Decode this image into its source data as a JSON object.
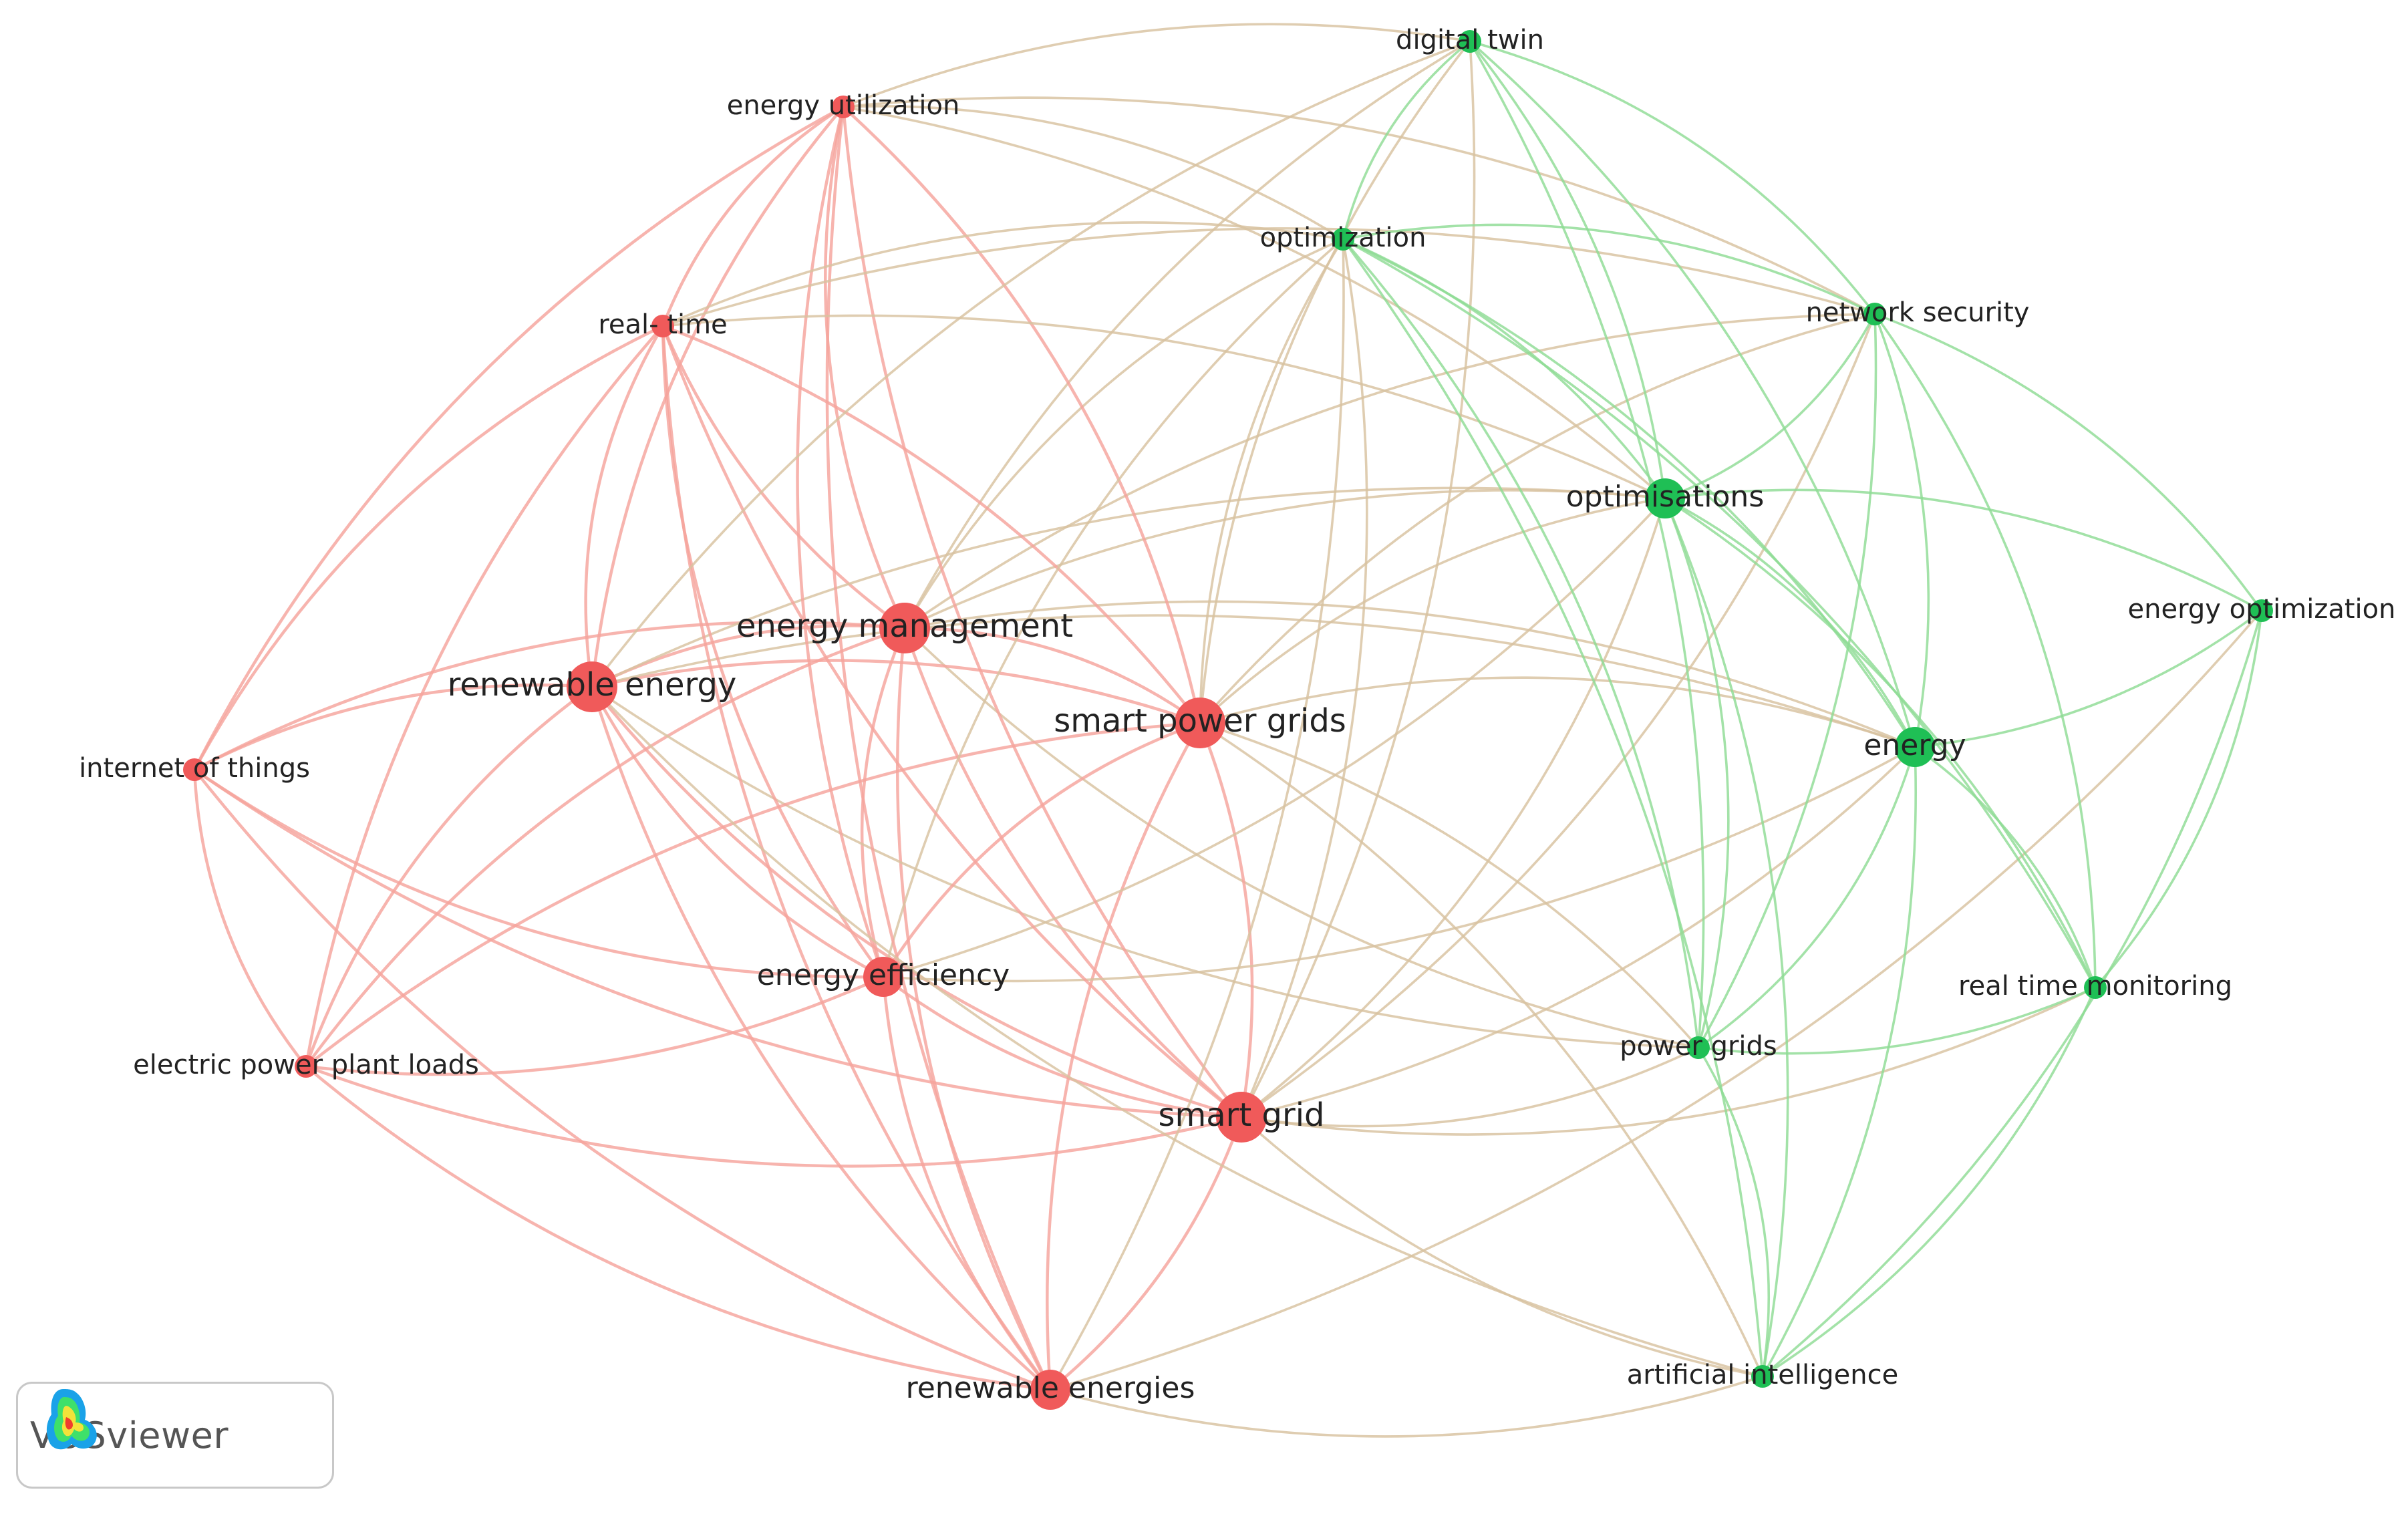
{
  "app": {
    "brand": "VOSviewer"
  },
  "colors": {
    "cluster_red": "#f05a5a",
    "cluster_green": "#1fbf55",
    "edge_red": "#f5a39c",
    "edge_green": "#8fdc95",
    "edge_mixed": "#d8c2a0"
  },
  "nodes": [
    {
      "id": "digital-twin",
      "label": "digital twin",
      "cluster": "green",
      "size": 1
    },
    {
      "id": "energy-utilization",
      "label": "energy utilization",
      "cluster": "red",
      "size": 1
    },
    {
      "id": "optimization",
      "label": "optimization",
      "cluster": "green",
      "size": 1
    },
    {
      "id": "network-security",
      "label": "network security",
      "cluster": "green",
      "size": 1
    },
    {
      "id": "real-time",
      "label": "real- time",
      "cluster": "red",
      "size": 1
    },
    {
      "id": "optimisations",
      "label": "optimisations",
      "cluster": "green",
      "size": 2
    },
    {
      "id": "energy-optimization",
      "label": "energy optimization",
      "cluster": "green",
      "size": 1
    },
    {
      "id": "energy-management",
      "label": "energy management",
      "cluster": "red",
      "size": 3
    },
    {
      "id": "renewable-energy",
      "label": "renewable energy",
      "cluster": "red",
      "size": 3
    },
    {
      "id": "smart-power-grids",
      "label": "smart power grids",
      "cluster": "red",
      "size": 3
    },
    {
      "id": "energy",
      "label": "energy",
      "cluster": "green",
      "size": 2
    },
    {
      "id": "internet-of-things",
      "label": "internet of things",
      "cluster": "red",
      "size": 1
    },
    {
      "id": "energy-efficiency",
      "label": "energy efficiency",
      "cluster": "red",
      "size": 2
    },
    {
      "id": "real-time-monitoring",
      "label": "real time monitoring",
      "cluster": "green",
      "size": 1
    },
    {
      "id": "power-grids",
      "label": "power grids",
      "cluster": "green",
      "size": 1
    },
    {
      "id": "electric-power-plant-loads",
      "label": "electric power plant loads",
      "cluster": "red",
      "size": 1
    },
    {
      "id": "smart-grid",
      "label": "smart grid",
      "cluster": "red",
      "size": 3
    },
    {
      "id": "renewable-energies",
      "label": "renewable energies",
      "cluster": "red",
      "size": 2
    },
    {
      "id": "artificial-intelligence",
      "label": "artificial intelligence",
      "cluster": "green",
      "size": 1
    }
  ],
  "links": [
    [
      "energy-management",
      "renewable-energy"
    ],
    [
      "energy-management",
      "smart-power-grids"
    ],
    [
      "energy-management",
      "energy-efficiency"
    ],
    [
      "energy-management",
      "smart-grid"
    ],
    [
      "energy-management",
      "renewable-energies"
    ],
    [
      "energy-management",
      "energy-utilization"
    ],
    [
      "energy-management",
      "real-time"
    ],
    [
      "energy-management",
      "internet-of-things"
    ],
    [
      "energy-management",
      "electric-power-plant-loads"
    ],
    [
      "energy-management",
      "optimisations"
    ],
    [
      "energy-management",
      "energy"
    ],
    [
      "energy-management",
      "optimization"
    ],
    [
      "energy-management",
      "digital-twin"
    ],
    [
      "energy-management",
      "power-grids"
    ],
    [
      "energy-management",
      "network-security"
    ],
    [
      "renewable-energy",
      "smart-power-grids"
    ],
    [
      "renewable-energy",
      "energy-efficiency"
    ],
    [
      "renewable-energy",
      "smart-grid"
    ],
    [
      "renewable-energy",
      "renewable-energies"
    ],
    [
      "renewable-energy",
      "energy-utilization"
    ],
    [
      "renewable-energy",
      "real-time"
    ],
    [
      "renewable-energy",
      "internet-of-things"
    ],
    [
      "renewable-energy",
      "electric-power-plant-loads"
    ],
    [
      "renewable-energy",
      "energy"
    ],
    [
      "renewable-energy",
      "optimisations"
    ],
    [
      "renewable-energy",
      "power-grids"
    ],
    [
      "smart-power-grids",
      "energy-efficiency"
    ],
    [
      "smart-power-grids",
      "smart-grid"
    ],
    [
      "smart-power-grids",
      "renewable-energies"
    ],
    [
      "smart-power-grids",
      "energy-utilization"
    ],
    [
      "smart-power-grids",
      "real-time"
    ],
    [
      "smart-power-grids",
      "optimisations"
    ],
    [
      "smart-power-grids",
      "energy"
    ],
    [
      "smart-power-grids",
      "optimization"
    ],
    [
      "smart-power-grids",
      "digital-twin"
    ],
    [
      "smart-power-grids",
      "network-security"
    ],
    [
      "smart-power-grids",
      "power-grids"
    ],
    [
      "smart-power-grids",
      "artificial-intelligence"
    ],
    [
      "smart-power-grids",
      "electric-power-plant-loads"
    ],
    [
      "energy-efficiency",
      "smart-grid"
    ],
    [
      "energy-efficiency",
      "renewable-energies"
    ],
    [
      "energy-efficiency",
      "internet-of-things"
    ],
    [
      "energy-efficiency",
      "electric-power-plant-loads"
    ],
    [
      "energy-efficiency",
      "energy-utilization"
    ],
    [
      "energy-efficiency",
      "real-time"
    ],
    [
      "energy-efficiency",
      "optimisations"
    ],
    [
      "energy-efficiency",
      "energy"
    ],
    [
      "energy-efficiency",
      "optimization"
    ],
    [
      "smart-grid",
      "renewable-energies"
    ],
    [
      "smart-grid",
      "internet-of-things"
    ],
    [
      "smart-grid",
      "electric-power-plant-loads"
    ],
    [
      "smart-grid",
      "real-time"
    ],
    [
      "smart-grid",
      "energy-utilization"
    ],
    [
      "smart-grid",
      "optimisations"
    ],
    [
      "smart-grid",
      "energy"
    ],
    [
      "smart-grid",
      "power-grids"
    ],
    [
      "smart-grid",
      "real-time-monitoring"
    ],
    [
      "smart-grid",
      "artificial-intelligence"
    ],
    [
      "smart-grid",
      "optimization"
    ],
    [
      "smart-grid",
      "network-security"
    ],
    [
      "renewable-energies",
      "internet-of-things"
    ],
    [
      "renewable-energies",
      "electric-power-plant-loads"
    ],
    [
      "renewable-energies",
      "real-time"
    ],
    [
      "renewable-energies",
      "energy-utilization"
    ],
    [
      "renewable-energies",
      "artificial-intelligence"
    ],
    [
      "renewable-energies",
      "energy-optimization"
    ],
    [
      "renewable-energies",
      "optimization"
    ],
    [
      "real-time",
      "energy-utilization"
    ],
    [
      "real-time",
      "internet-of-things"
    ],
    [
      "real-time",
      "electric-power-plant-loads"
    ],
    [
      "real-time",
      "optimization"
    ],
    [
      "real-time",
      "network-security"
    ],
    [
      "real-time",
      "optimisations"
    ],
    [
      "internet-of-things",
      "electric-power-plant-loads"
    ],
    [
      "internet-of-things",
      "energy-utilization"
    ],
    [
      "energy-utilization",
      "digital-twin"
    ],
    [
      "energy-utilization",
      "optimization"
    ],
    [
      "energy-utilization",
      "network-security"
    ],
    [
      "energy-utilization",
      "optimisations"
    ],
    [
      "digital-twin",
      "optimization"
    ],
    [
      "digital-twin",
      "network-security"
    ],
    [
      "digital-twin",
      "optimisations"
    ],
    [
      "digital-twin",
      "energy"
    ],
    [
      "digital-twin",
      "power-grids"
    ],
    [
      "digital-twin",
      "smart-grid"
    ],
    [
      "digital-twin",
      "renewable-energy"
    ],
    [
      "optimization",
      "network-security"
    ],
    [
      "optimization",
      "optimisations"
    ],
    [
      "optimization",
      "energy"
    ],
    [
      "optimization",
      "power-grids"
    ],
    [
      "optimization",
      "artificial-intelligence"
    ],
    [
      "optimization",
      "real-time-monitoring"
    ],
    [
      "network-security",
      "optimisations"
    ],
    [
      "network-security",
      "energy"
    ],
    [
      "network-security",
      "energy-optimization"
    ],
    [
      "network-security",
      "real-time-monitoring"
    ],
    [
      "network-security",
      "power-grids"
    ],
    [
      "optimisations",
      "energy"
    ],
    [
      "optimisations",
      "power-grids"
    ],
    [
      "optimisations",
      "real-time-monitoring"
    ],
    [
      "optimisations",
      "artificial-intelligence"
    ],
    [
      "optimisations",
      "energy-optimization"
    ],
    [
      "energy",
      "energy-optimization"
    ],
    [
      "energy",
      "real-time-monitoring"
    ],
    [
      "energy",
      "power-grids"
    ],
    [
      "energy",
      "artificial-intelligence"
    ],
    [
      "energy-optimization",
      "real-time-monitoring"
    ],
    [
      "energy-optimization",
      "artificial-intelligence"
    ],
    [
      "real-time-monitoring",
      "power-grids"
    ],
    [
      "real-time-monitoring",
      "artificial-intelligence"
    ],
    [
      "power-grids",
      "artificial-intelligence"
    ],
    [
      "artificial-intelligence",
      "renewable-energy"
    ]
  ]
}
